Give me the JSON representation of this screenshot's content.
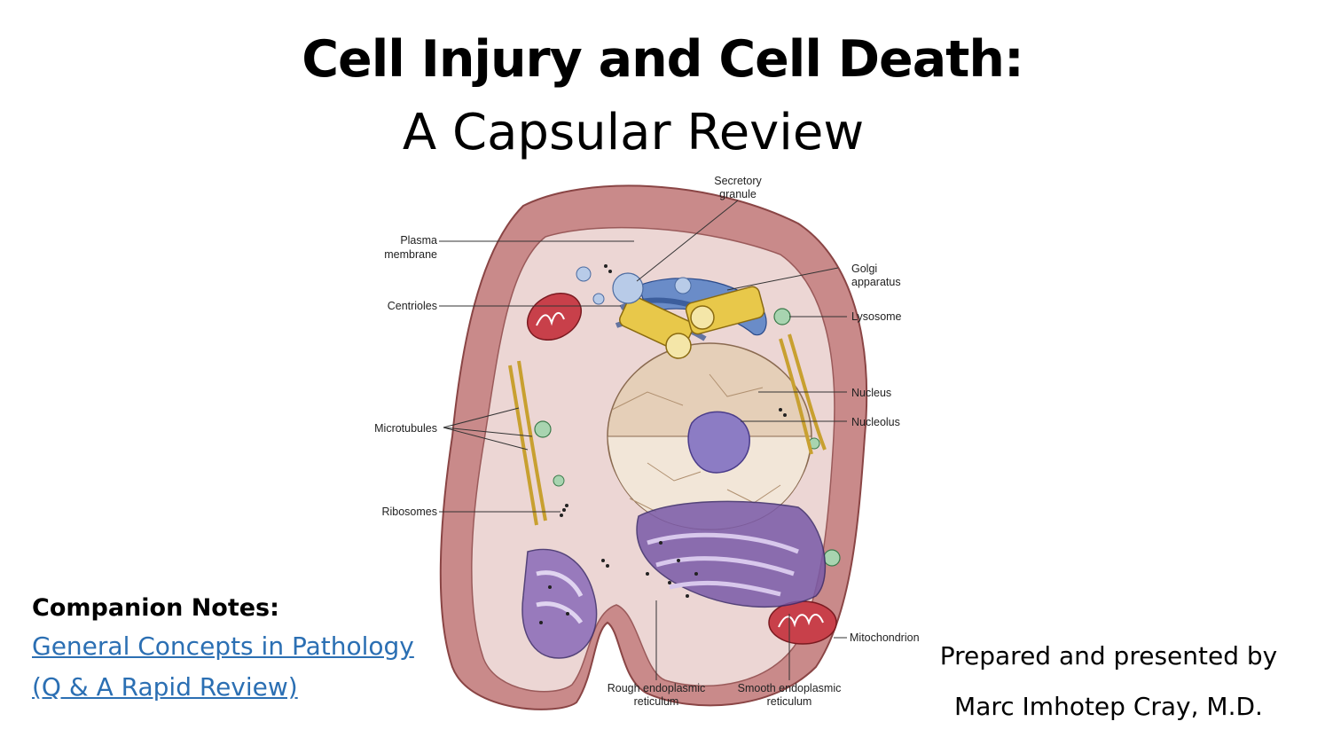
{
  "slide": {
    "title": "Cell Injury and Cell Death:",
    "subtitle": "A Capsular Review"
  },
  "figure": {
    "labels": {
      "secretory_granule": [
        "Secretory",
        "granule"
      ],
      "plasma_membrane": [
        "Plasma",
        "membrane"
      ],
      "golgi_apparatus": [
        "Golgi",
        "apparatus"
      ],
      "centrioles": "Centrioles",
      "lysosome": "Lysosome",
      "nucleus": "Nucleus",
      "microtubules": "Microtubules",
      "nucleolus": "Nucleolus",
      "ribosomes": "Ribosomes",
      "mitochondrion": "Mitochondrion",
      "rough_er": [
        "Rough endoplasmic",
        "reticulum"
      ],
      "smooth_er": [
        "Smooth endoplasmic",
        "reticulum"
      ]
    }
  },
  "companion": {
    "heading": "Companion Notes:",
    "link_line1": "General Concepts in Pathology",
    "link_line2": "(Q & A Rapid Review)",
    "link_color": "#2b6fb3"
  },
  "credit": {
    "line1": "Prepared and presented by",
    "line2": "Marc Imhotep Cray, M.D."
  }
}
